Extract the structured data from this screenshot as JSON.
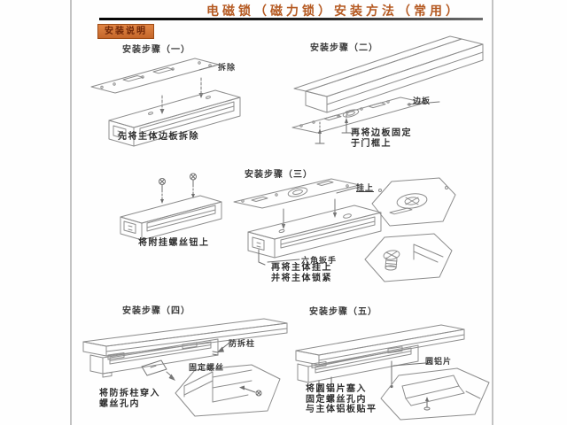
{
  "page": {
    "title": "电磁锁（磁力锁）安装方法（常用）",
    "badge": "安装说明"
  },
  "step1": {
    "label": "安装步骤（一）",
    "callout_remove": "拆除",
    "caption": "先将主体边板拆除"
  },
  "step2": {
    "label": "安装步骤（二）",
    "callout_plate": "边板",
    "caption_line1": "再将边板固定",
    "caption_line2": "于门框上"
  },
  "attach": {
    "caption": "将附挂螺丝钮上"
  },
  "step3": {
    "label": "安装步骤（三）",
    "callout_hang": "挂上",
    "callout_wrench": "六角扳手",
    "caption_line1": "再将主体挂上",
    "caption_line2": "并将主体锁紧"
  },
  "step4": {
    "label": "安装步骤（四）",
    "callout_post": "防拆柱",
    "callout_screw": "固定螺丝",
    "caption_line1": "将防拆柱穿入",
    "caption_line2": "螺丝孔内"
  },
  "step5": {
    "label": "安装步骤（五）",
    "callout_disc": "圆铝片",
    "caption_line1": "将圆铝片塞入",
    "caption_line2": "固定螺丝孔内",
    "caption_line3": "与主体铝板贴平"
  },
  "colors": {
    "accent_orange": "#b55a22",
    "badge_bg": "#d2722e",
    "badge_text": "#6e2607",
    "line_art": "#8d8d8d",
    "text_dark": "#2e2e2e"
  }
}
